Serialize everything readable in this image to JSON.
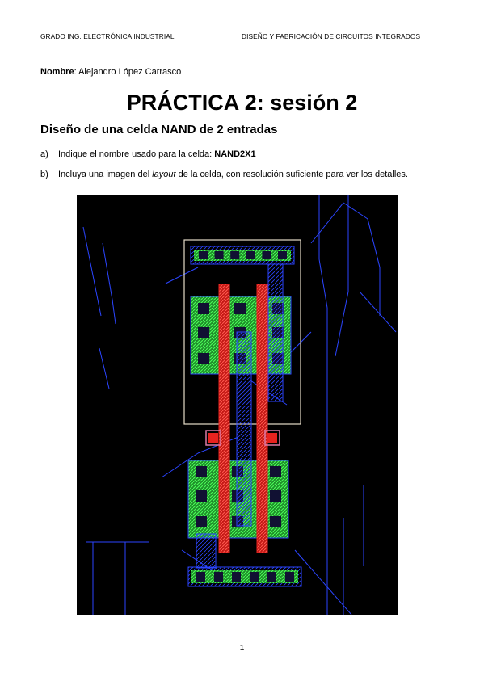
{
  "header": {
    "left": "GRADO ING. ELECTRÓNICA INDUSTRIAL",
    "right": "DISEÑO Y FABRICACIÓN DE CIRCUITOS INTEGRADOS"
  },
  "author": {
    "label": "Nombre",
    "name": ": Alejandro López Carrasco"
  },
  "title": "PRÁCTICA 2: sesión 2",
  "subtitle": "Diseño de una celda NAND de 2 entradas",
  "questions": [
    {
      "letter": "a)",
      "text": "Indique el nombre usado para la celda: ",
      "answer": "NAND2X1"
    },
    {
      "letter": "b)",
      "text_before": "Incluya una imagen del ",
      "text_em": "layout",
      "text_after": " de la celda, con resolución suficiente para ver los detalles."
    }
  ],
  "page_number": "1",
  "colors": {
    "layout_background": "#000000",
    "poly": "#e8231f",
    "active_green": "#2fbf3a",
    "metal_blue": "#2b45ff",
    "contact": "#111133",
    "cell_outline": "#e6dcc8",
    "well_pink": "#d97aa6"
  }
}
